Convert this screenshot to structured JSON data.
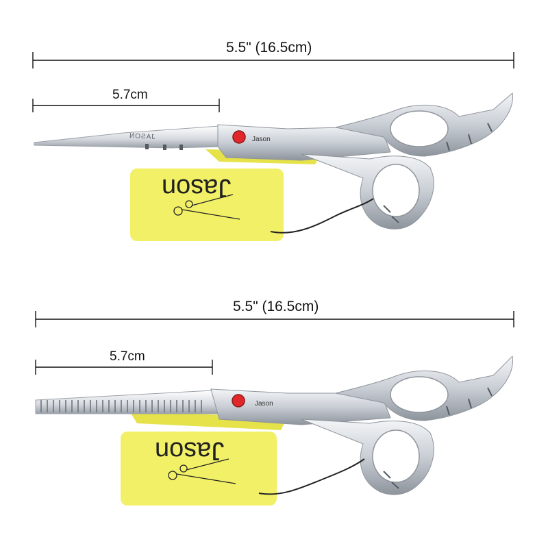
{
  "product_image": {
    "colors": {
      "background": "#ffffff",
      "steel": "#d9dde3",
      "steel_dark": "#8e949c",
      "tag_yellow": "#f2f066",
      "gem_red": "#e0282b",
      "cord": "#222222"
    },
    "scissors": [
      {
        "type": "cutting-shears",
        "overall_length_label": "5.5\" (16.5cm)",
        "blade_length_label": "5.7cm",
        "blade_engraving": "JASON",
        "pivot_brand": "Jason",
        "tag": {
          "brand": "Jason",
          "icon": "scissors-logo-icon"
        }
      },
      {
        "type": "thinning-shears",
        "overall_length_label": "5.5\" (16.5cm)",
        "blade_length_label": "5.7cm",
        "pivot_brand": "Jason",
        "tag": {
          "brand": "Jason",
          "icon": "scissors-logo-icon"
        }
      }
    ]
  }
}
